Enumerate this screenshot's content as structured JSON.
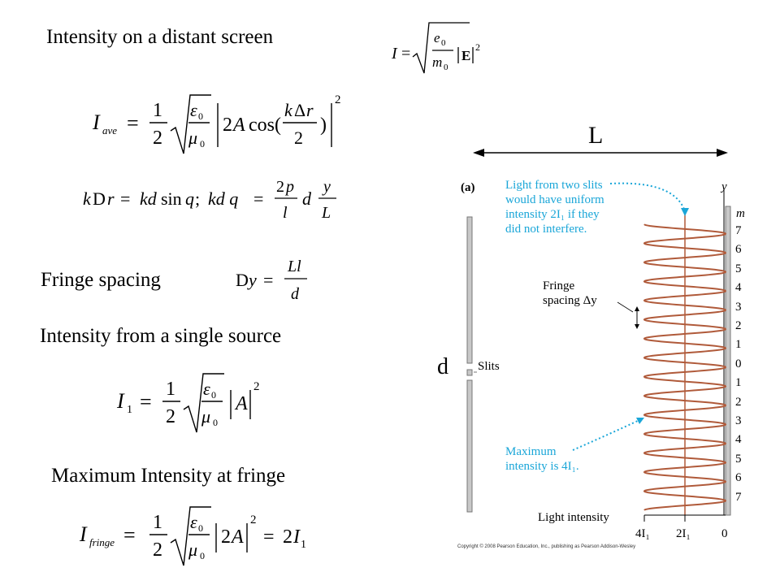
{
  "headings": {
    "distant": "Intensity on a distant screen",
    "fringe_spacing": "Fringe spacing",
    "single_source": "Intensity from a single source",
    "max_intensity": "Maximum Intensity at fringe"
  },
  "figure": {
    "panel_label": "(a)",
    "L_label": "L",
    "d_label": "d",
    "slits_label": "Slits",
    "y_axis_label": "y",
    "m_label": "m",
    "cyan_top_1": "Light from two slits",
    "cyan_top_2": "would have uniform",
    "cyan_top_3": "intensity 2I₁ if they",
    "cyan_top_4": "did not interfere.",
    "fringe_1": "Fringe",
    "fringe_2": "spacing Δy",
    "cyan_bot_1": "Maximum",
    "cyan_bot_2": "intensity is 4I₁.",
    "light_intensity": "Light intensity",
    "axis_4I1": "4I₁",
    "axis_2I1": "2I₁",
    "axis_0": "0",
    "m_values": [
      "7",
      "6",
      "5",
      "4",
      "3",
      "2",
      "1",
      "0",
      "1",
      "2",
      "3",
      "4",
      "5",
      "6",
      "7"
    ],
    "copyright": "Copyright © 2008 Pearson Education, Inc., publishing as Pearson Addison-Wesley"
  },
  "colors": {
    "curve": "#b05a3a",
    "annotation": "#1aa6d8",
    "slit": "#999999"
  }
}
